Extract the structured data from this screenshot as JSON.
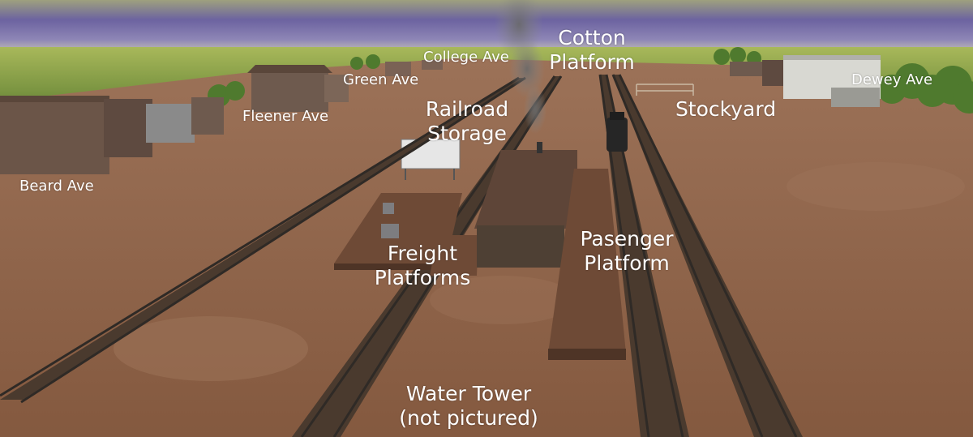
{
  "labels": {
    "cotton_platform": [
      "Cotton",
      "Platform"
    ],
    "college_ave": "College Ave",
    "green_ave": "Green Ave",
    "dewey_ave": "Dewey Ave",
    "railroad_storage": [
      "Railroad",
      "Storage"
    ],
    "stockyard": "Stockyard",
    "fleener_ave": "Fleener Ave",
    "beard_ave": "Beard Ave",
    "pasenger_platform": [
      "Pasenger",
      "Platform"
    ],
    "freight_platforms": [
      "Freight",
      "Platforms"
    ],
    "water_tower": [
      "Water Tower",
      "(not pictured)"
    ]
  },
  "colors": {
    "sky_top": "#7f78a8",
    "sky_bottom": "#d8d6b0",
    "grass": "#8fa64a",
    "dirt": "#8a6248",
    "rail": "#2f2a26",
    "tie": "#4a3a2e",
    "platform": "#6e4a36",
    "building": "#6b5548",
    "smoke": "#707070",
    "label": "#ffffff"
  }
}
